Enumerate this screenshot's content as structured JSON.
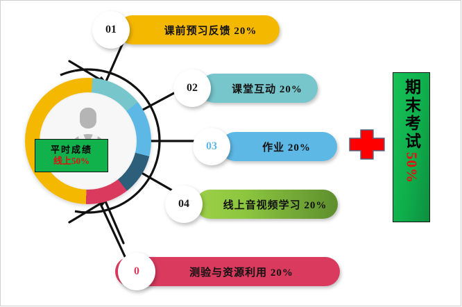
{
  "diagram": {
    "title_center": {
      "line1": "平时成绩",
      "line2": "线上50%",
      "box_color": "#11b14c",
      "line2_color": "#e01010"
    },
    "person_icon": "person-silhouette-icon",
    "rows": [
      {
        "number": "01",
        "label": "课前预习反馈 20%",
        "color": "#F5B800",
        "number_color": "#1a1a1a"
      },
      {
        "number": "02",
        "label": "课堂互动 20%",
        "color": "#77C6CC",
        "number_color": "#1a1a1a"
      },
      {
        "number": "03",
        "label": "作业 20%",
        "color": "#5EB8E6",
        "number_color": "#5EB8E6"
      },
      {
        "number": "04",
        "label": "线上音视频学习  20%",
        "color": "#8CC63F",
        "number_color": "#1a1a1a"
      },
      {
        "number": "0",
        "label": "测验与资源利用 20%",
        "color": "#D93A5E",
        "number_color": "#D93A5E"
      }
    ],
    "cross": {
      "name": "red-plus-shape",
      "color": "#FF0000",
      "border_color": "#4A6A8A"
    },
    "banner": {
      "text": "期末考试",
      "percent": "50%",
      "color": "#11b14c",
      "percent_color": "#e01010"
    }
  },
  "chart_data": {
    "type": "pie",
    "title": "平时成绩 线上50%",
    "categories": [
      "课前预习反馈",
      "课堂互动",
      "作业",
      "线上音视频学习",
      "测验与资源利用"
    ],
    "values": [
      20,
      20,
      20,
      20,
      20
    ],
    "unit": "%",
    "colors": [
      "#F5B800",
      "#77C6CC",
      "#5EB8E6",
      "#2E5F7A",
      "#D93A5E"
    ],
    "legend": "right",
    "grid": false,
    "note": "donut chart: 平时成绩(线上) 50% vs 期末考试 50%"
  }
}
